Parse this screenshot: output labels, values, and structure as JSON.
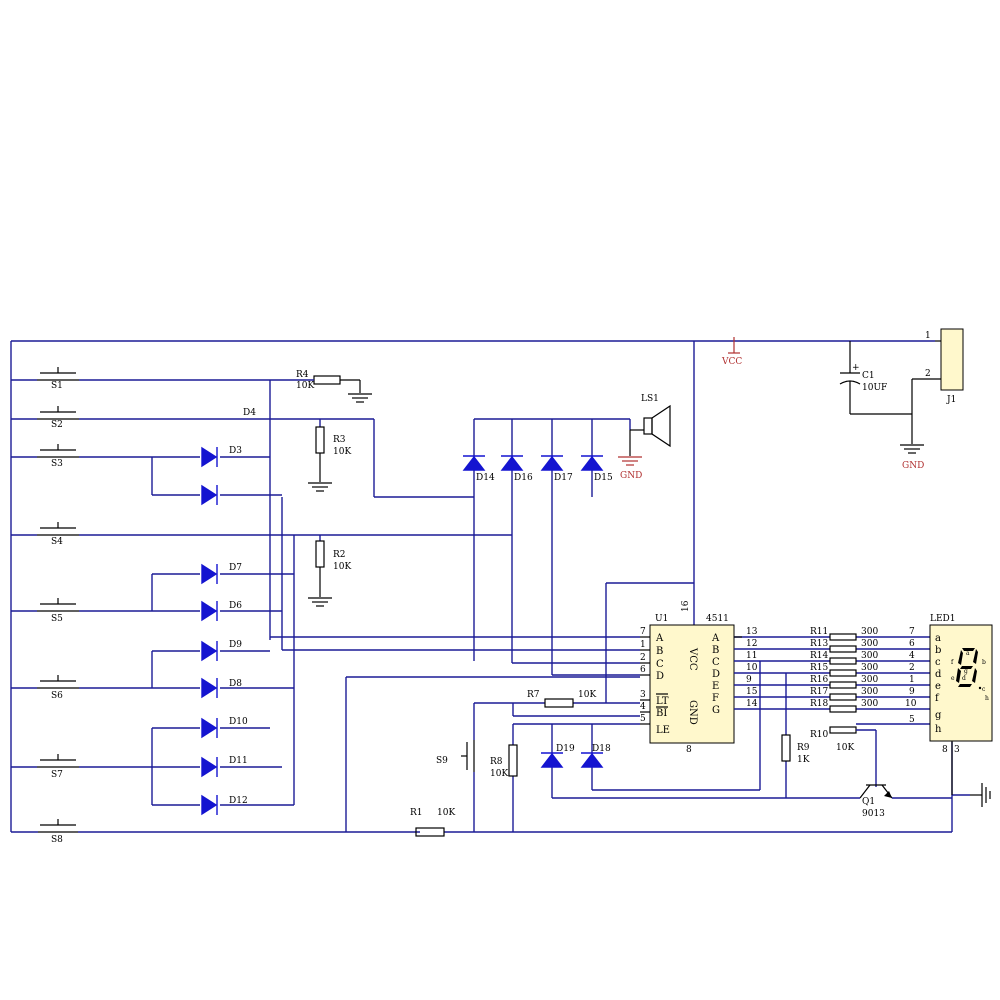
{
  "switches": [
    "S1",
    "S2",
    "S3",
    "S4",
    "S5",
    "S6",
    "S7",
    "S8",
    "S9"
  ],
  "diodes": [
    "D3",
    "D4",
    "D7",
    "D6",
    "D9",
    "D8",
    "D10",
    "D11",
    "D12",
    "D14",
    "D16",
    "D17",
    "D15",
    "D19",
    "D18"
  ],
  "resistors": {
    "R1": "R1",
    "R1v": "10K",
    "R2": "R2",
    "R2v": "10K",
    "R3": "R3",
    "R3v": "10K",
    "R4": "R4",
    "R4v": "10K",
    "R7": "R7",
    "R7v": "10K",
    "R8": "R8",
    "R8v": "10K",
    "R9": "R9",
    "R9v": "1K",
    "R10": "R10",
    "R10v": "10K"
  },
  "seg_resistors": [
    {
      "name": "R11",
      "value": "300",
      "in_pin": "13",
      "out_pin": "7"
    },
    {
      "name": "R13",
      "value": "300",
      "in_pin": "12",
      "out_pin": "6"
    },
    {
      "name": "R14",
      "value": "300",
      "in_pin": "11",
      "out_pin": "4"
    },
    {
      "name": "R15",
      "value": "300",
      "in_pin": "10",
      "out_pin": "2"
    },
    {
      "name": "R16",
      "value": "300",
      "in_pin": "9",
      "out_pin": "1"
    },
    {
      "name": "R17",
      "value": "300",
      "in_pin": "15",
      "out_pin": "9"
    },
    {
      "name": "R18",
      "value": "300",
      "in_pin": "14",
      "out_pin": "10"
    }
  ],
  "speaker": "LS1",
  "capacitor": {
    "name": "C1",
    "value": "10UF",
    "plus": "+"
  },
  "connector": {
    "name": "J1",
    "pin1": "1",
    "pin2": "2"
  },
  "power": {
    "vcc": "VCC",
    "gnd1": "GND",
    "gnd2": "GND"
  },
  "chip": {
    "ref": "U1",
    "part": "4511",
    "vcc_pin": "16",
    "gnd_pin": "8",
    "vcc_label": "VCC",
    "gnd_label": "GND",
    "left_pins": [
      {
        "num": "7",
        "name": "A"
      },
      {
        "num": "1",
        "name": "B"
      },
      {
        "num": "2",
        "name": "C"
      },
      {
        "num": "6",
        "name": "D"
      },
      {
        "num": "3",
        "name": "LT"
      },
      {
        "num": "4",
        "name": "BI"
      },
      {
        "num": "5",
        "name": "LE"
      }
    ],
    "right_names": [
      "A",
      "B",
      "C",
      "D",
      "E",
      "F",
      "G"
    ]
  },
  "display": {
    "ref": "LED1",
    "seg_names": [
      "a",
      "b",
      "c",
      "d",
      "e",
      "f",
      "g",
      "h"
    ],
    "bottom_pin": "8",
    "bottom_pin2": "3",
    "pin5": "5",
    "glyphs": {
      "a": "a",
      "b": "b",
      "c": "c",
      "d": "d",
      "e": "e",
      "f": "f",
      "g": "g",
      "h": "h"
    }
  },
  "transistor": {
    "name": "Q1",
    "part": "9013"
  }
}
